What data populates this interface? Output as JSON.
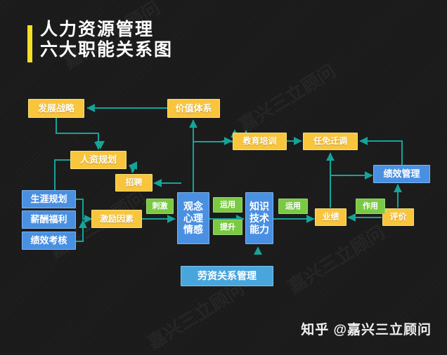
{
  "header": {
    "title_line1": "人力资源管理",
    "title_line2": "六大职能关系图",
    "accent_color": "#f5de26"
  },
  "colors": {
    "background": "#1d1d1d",
    "yellow_node": "#f8c53c",
    "blue_node": "#4a90e2",
    "blue_light_node": "#48a6dd",
    "green_label": "#7ac943",
    "connector": "#17a398"
  },
  "nodes": [
    {
      "id": "fazhan-zhanlue",
      "label": "发展战略",
      "type": "yellow"
    },
    {
      "id": "jiazhi-tixi",
      "label": "价值体系",
      "type": "yellow"
    },
    {
      "id": "jiaoyu-peixun",
      "label": "教育培训",
      "type": "yellow"
    },
    {
      "id": "renmian-qiandiao",
      "label": "任免迁调",
      "type": "yellow"
    },
    {
      "id": "renzi-guihua",
      "label": "人资规划",
      "type": "yellow"
    },
    {
      "id": "zhaopin",
      "label": "招聘",
      "type": "yellow"
    },
    {
      "id": "jili-yinsu",
      "label": "激励因素",
      "type": "yellow"
    },
    {
      "id": "yeji",
      "label": "业绩",
      "type": "yellow"
    },
    {
      "id": "pingjia",
      "label": "评价",
      "type": "yellow"
    },
    {
      "id": "shengya-guihua",
      "label": "生涯规划",
      "type": "blue"
    },
    {
      "id": "xinchou-fuli",
      "label": "薪酬福利",
      "type": "blue"
    },
    {
      "id": "jixiao-kaohe",
      "label": "绩效考核",
      "type": "blue"
    },
    {
      "id": "jixiao-guanli",
      "label": "绩效管理",
      "type": "blue"
    },
    {
      "id": "laozi-guanxi",
      "label": "劳资关系管理",
      "type": "blue-light"
    }
  ],
  "stacked_nodes": [
    {
      "id": "guannian-xinli-qinggan",
      "lines": [
        "观念",
        "心理",
        "情感"
      ],
      "type": "blue"
    },
    {
      "id": "zhishi-jishu-nengli",
      "lines": [
        "知识",
        "技术",
        "能力"
      ],
      "type": "blue"
    }
  ],
  "edge_labels": [
    {
      "id": "ciji",
      "label": "刺激"
    },
    {
      "id": "yunyong-1",
      "label": "运用"
    },
    {
      "id": "tisheng",
      "label": "提升"
    },
    {
      "id": "yunyong-2",
      "label": "运用"
    },
    {
      "id": "zuoyong",
      "label": "作用"
    }
  ],
  "watermark": {
    "platform": "知乎",
    "handle": "@嘉兴三立顾问",
    "full": "知乎 @嘉兴三立顾问",
    "ghost": "嘉兴三立顾问"
  }
}
